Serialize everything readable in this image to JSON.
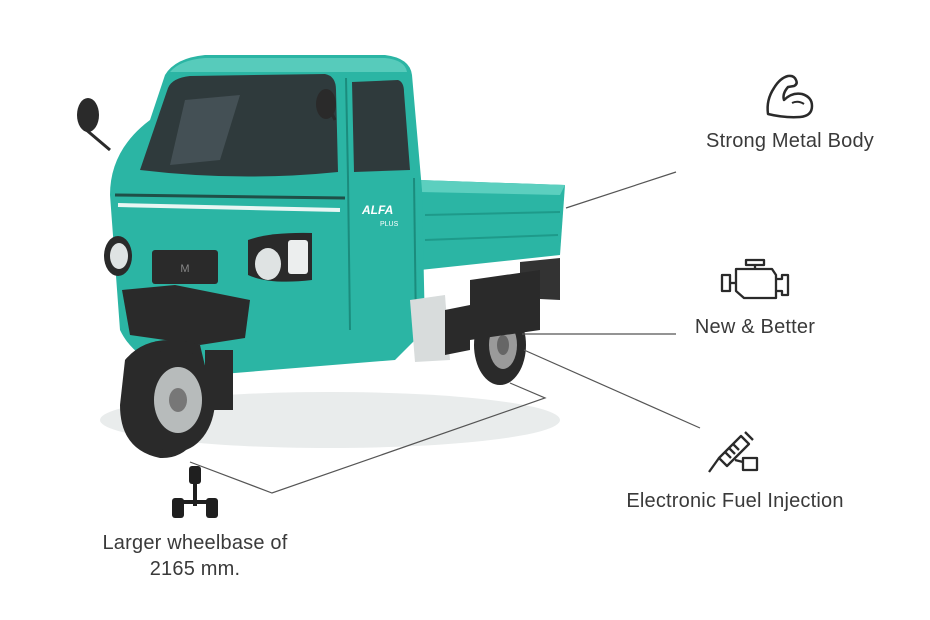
{
  "brand": {
    "badge_text": "ALFA",
    "badge_subtext": "PLUS"
  },
  "colors": {
    "body_teal": "#2bb5a4",
    "body_teal_dark": "#1b8c7d",
    "trim_black": "#2a2a2a",
    "callout_line": "#555555",
    "label_text": "#3a3a3a"
  },
  "features": [
    {
      "label": "Strong Metal Body",
      "icon": "flexed-arm-icon"
    },
    {
      "label": "New & Better",
      "icon": "engine-icon"
    },
    {
      "label": "Electronic Fuel Injection",
      "icon": "fuel-injector-icon"
    },
    {
      "label": "Larger wheelbase of 2165 mm.",
      "icon": "wheelbase-axle-icon"
    }
  ]
}
